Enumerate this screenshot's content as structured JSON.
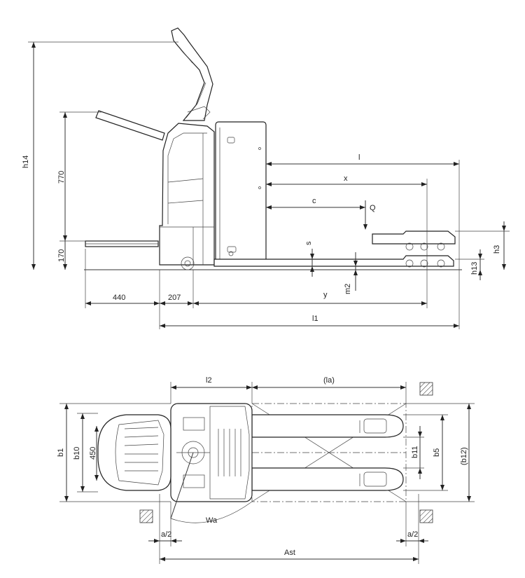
{
  "side_view": {
    "labels": {
      "h14": "h14",
      "d770": "770",
      "d170": "170",
      "d440": "440",
      "d207": "207",
      "l": "l",
      "x": "x",
      "c": "c",
      "Q": "Q",
      "s": "s",
      "m2": "m2",
      "y": "y",
      "l1": "l1",
      "h3": "h3",
      "h13": "h13"
    }
  },
  "top_view": {
    "labels": {
      "l2": "l2",
      "la": "(la)",
      "b1": "b1",
      "b10": "b10",
      "d450": "450",
      "b11": "b11",
      "b5": "b5",
      "b12": "(b12)",
      "wa": "Wa",
      "a2_left": "a/2",
      "a2_right": "a/2",
      "ast": "Ast"
    }
  }
}
